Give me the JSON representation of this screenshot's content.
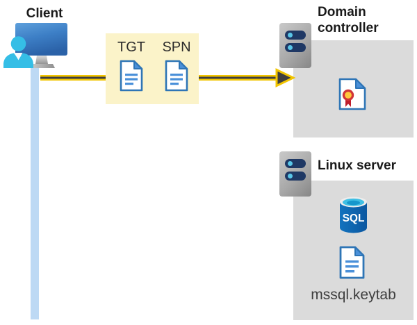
{
  "client": {
    "label": "Client"
  },
  "flow": {
    "tickets": [
      {
        "label": "TGT"
      },
      {
        "label": "SPN"
      }
    ]
  },
  "domain_controller": {
    "label": "Domain controller"
  },
  "linux_server": {
    "label": "Linux server",
    "database_label": "SQL",
    "keytab_label": "mssql.keytab"
  },
  "colors": {
    "arrow_yellow": "#F2C500",
    "arrow_dark": "#3F3F3F",
    "ticket_panel_yellow": "#FBF3C9",
    "server_panel_gray": "#DBDBDB",
    "document_blue": "#2E75B6",
    "document_fill_blue": "#4A90D9",
    "timeline_blue": "#BDD9F4",
    "user_cyan": "#35BEE6",
    "monitor_blue": "#3D7FC6",
    "server_slot_navy": "#1F3864",
    "server_led_cyan": "#59C6E8",
    "sql_body_blue": "#0E66B3",
    "sql_top_cyan": "#3FBFE4",
    "certificate_red": "#D13438",
    "certificate_gold": "#FFC83D"
  }
}
